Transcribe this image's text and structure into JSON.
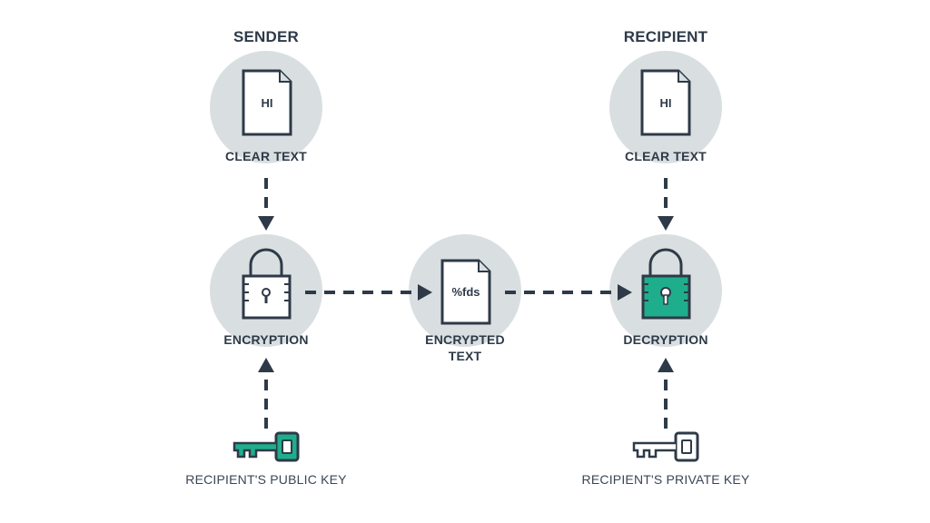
{
  "sender": {
    "heading": "SENDER",
    "document_text": "HI",
    "label": "CLEAR TEXT"
  },
  "recipient": {
    "heading": "RECIPIENT",
    "document_text": "HI",
    "label": "CLEAR TEXT"
  },
  "encryption": {
    "label": "ENCRYPTION"
  },
  "encrypted": {
    "document_text": "%fds",
    "label_line1": "ENCRYPTED",
    "label_line2": "TEXT"
  },
  "decryption": {
    "label": "DECRYPTION"
  },
  "keys": {
    "public": {
      "label": "RECIPIENT'S PUBLIC KEY"
    },
    "private": {
      "label": "RECIPIENT'S PRIVATE KEY"
    }
  },
  "colors": {
    "circle": "#d9dfe1",
    "ink": "#2e3a48",
    "accent": "#1fae8c",
    "background": "#ffffff"
  }
}
